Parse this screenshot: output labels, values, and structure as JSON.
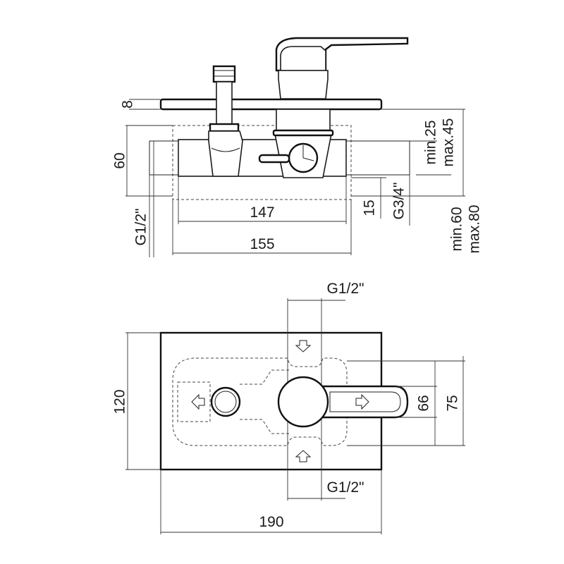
{
  "side_view": {
    "labels": {
      "plate_thickness": "8",
      "body_height": "60",
      "body_inner_width": "147",
      "body_outer_width": "155",
      "inlet_thread": "G1/2\"",
      "outlet_offset": "15",
      "outlet_thread": "G3/4\"",
      "depth_plate_min": "min.25",
      "depth_plate_max": "max.45",
      "depth_body_min": "min.60",
      "depth_body_max": "max.80"
    }
  },
  "front_view": {
    "labels": {
      "top_thread": "G1/2\"",
      "bottom_thread": "G1/2\"",
      "plate_height": "120",
      "plate_width": "190",
      "handle_height": "66",
      "recess_height": "75"
    }
  }
}
